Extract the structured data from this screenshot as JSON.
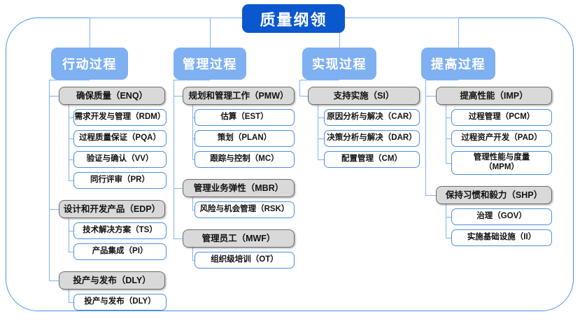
{
  "diagram": {
    "title": "质量纲领",
    "columns": [
      {
        "header": "行动过程",
        "groups": [
          {
            "title": "确保质量（ENQ）",
            "items": [
              "需求开发与管理（RDM）",
              "过程质量保证（PQA）",
              "验证与确认（VV）",
              "同行评审（PR）"
            ]
          },
          {
            "title": "设计和开发产品（EDP）",
            "items": [
              "技术解决方案（TS）",
              "产品集成（PI）"
            ]
          },
          {
            "title": "投产与发布（DLY）",
            "items": [
              "投产与发布（DLY）"
            ]
          }
        ]
      },
      {
        "header": "管理过程",
        "groups": [
          {
            "title": "规划和管理工作（PMW）",
            "items": [
              "估算（EST）",
              "策划（PLAN）",
              "跟踪与控制（MC）"
            ]
          },
          {
            "title": "管理业务弹性（MBR）",
            "items": [
              "风险与机会管理（RSK）"
            ]
          },
          {
            "title": "管理员工（MWF）",
            "items": [
              "组织级培训（OT）"
            ]
          }
        ]
      },
      {
        "header": "实现过程",
        "groups": [
          {
            "title": "支持实施（SI）",
            "items": [
              "原因分析与解决（CAR）",
              "决策分析与解决（DAR）",
              "配置管理（CM）"
            ]
          }
        ]
      },
      {
        "header": "提高过程",
        "groups": [
          {
            "title": "提高性能（IMP）",
            "items": [
              "过程管理（PCM）",
              "过程资产开发（PAD）",
              "管理性能与度量\n（MPM）"
            ]
          },
          {
            "title": "保持习惯和毅力（SHP）",
            "items": [
              "治理（GOV）",
              "实施基础设施（II）"
            ]
          }
        ]
      }
    ]
  },
  "colors": {
    "root_fill": "#0b57cd",
    "header_fill": "#7eb0f2",
    "level2_fill": "#d9d9d9",
    "level2_border": "#6b6b6b",
    "level3_border": "#4a8ee0",
    "connector": "#7fb2f0",
    "frame_border": "#4a90f0",
    "background": "#ffffff"
  }
}
